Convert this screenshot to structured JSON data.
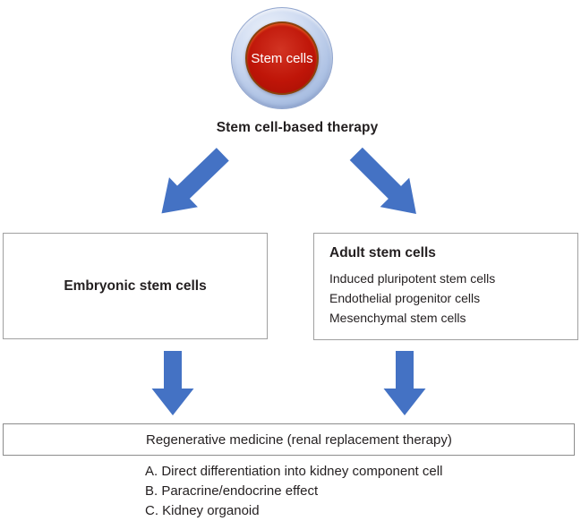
{
  "figure": {
    "root_label": "Stem cells",
    "title": "Stem cell-based therapy",
    "left_box": {
      "title": "Embryonic stem cells"
    },
    "right_box": {
      "title": "Adult stem cells",
      "items": [
        "Induced pluripotent stem cells",
        "Endothelial progenitor cells",
        "Mesenchymal stem cells"
      ]
    },
    "outcome_box": {
      "label": "Regenerative medicine (renal replacement therapy)"
    },
    "outcome_list": [
      "A. Direct differentiation into kidney component cell",
      "B. Paracrine/endocrine effect",
      "C. Kidney organoid"
    ],
    "colors": {
      "arrow_blue": "#4472c4",
      "ring_blue": "#aec2e4",
      "core_red": "#bf1508",
      "box_border_gray": "#a0a0a0",
      "text_dark": "#231f20"
    }
  }
}
